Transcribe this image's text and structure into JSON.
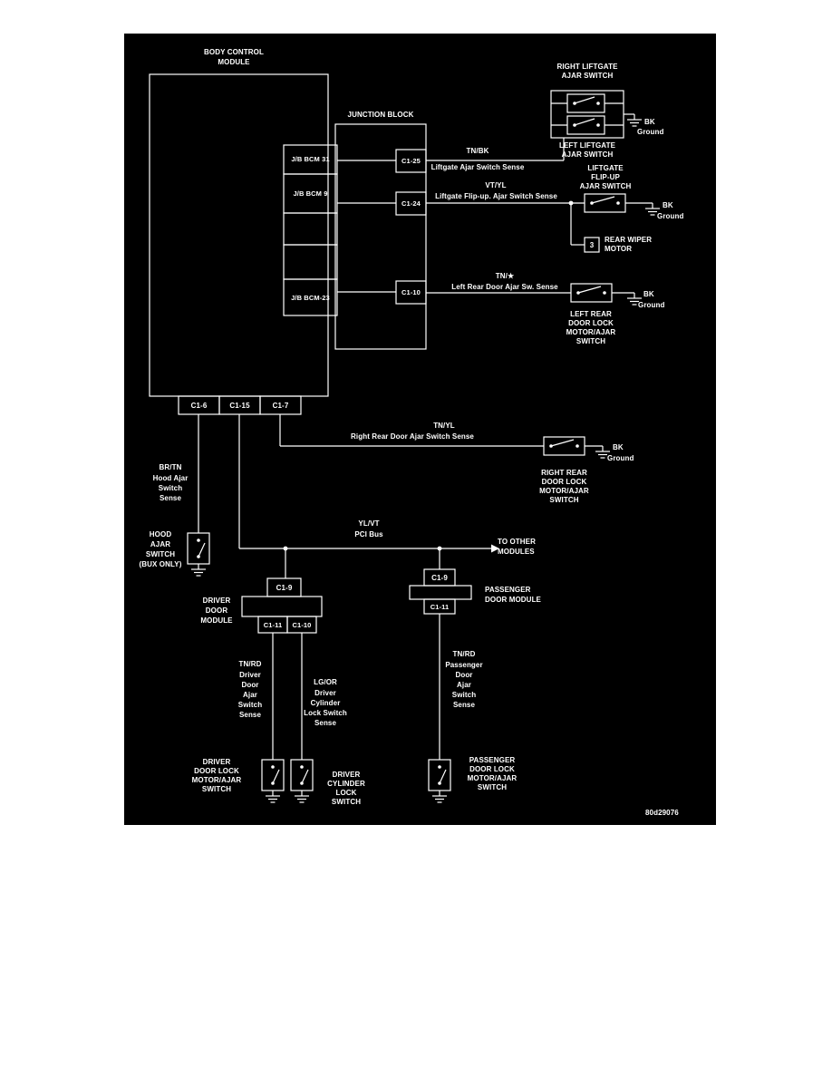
{
  "doc_code": "80d29076",
  "ground_label": {
    "code": "BK",
    "text": "Ground"
  },
  "bcm": {
    "title": "BODY CONTROL\nMODULE",
    "jb_cells": [
      "J/B BCM 31",
      "J/B BCM 9",
      "J/B BCM-23"
    ],
    "connectors": [
      "C1-6",
      "C1-15",
      "C1-7"
    ]
  },
  "junction_block": {
    "title": "JUNCTION BLOCK",
    "pins": [
      "C1-25",
      "C1-24",
      "C1-10"
    ]
  },
  "wires": {
    "liftgate_ajar": {
      "color": "TN/BK",
      "label": "Liftgate Ajar Switch Sense"
    },
    "flipup_ajar": {
      "color": "VT/YL",
      "label": "Liftgate Flip-up. Ajar Switch Sense"
    },
    "left_rear_ajar": {
      "color": "TN/★",
      "label": "Left Rear Door Ajar Sw. Sense"
    },
    "right_rear_ajar": {
      "color": "TN/YL",
      "label": "Right Rear Door Ajar Switch Sense"
    },
    "hood_ajar": {
      "color": "BR/TN",
      "label": "Hood Ajar\nSwitch\nSense"
    },
    "pci_bus": {
      "color": "YL/VT",
      "label": "PCI Bus"
    },
    "driver_ajar": {
      "color": "TN/RD",
      "label": "Driver\nDoor\nAjar\nSwitch\nSense"
    },
    "driver_cyl": {
      "color": "LG/OR",
      "label": "Driver\nCylinder\nLock Switch\nSense"
    },
    "pass_ajar": {
      "color": "TN/RD",
      "label": "Passenger\nDoor\nAjar\nSwitch\nSense"
    }
  },
  "components": {
    "right_liftgate": "RIGHT LIFTGATE\nAJAR SWITCH",
    "left_liftgate": "LEFT LIFTGATE\nAJAR SWITCH",
    "flipup": "LIFTGATE\nFLIP-UP\nAJAR SWITCH",
    "rear_wiper_pin": "3",
    "rear_wiper": "REAR WIPER\nMOTOR",
    "left_rear": "LEFT REAR\nDOOR LOCK\nMOTOR/AJAR\nSWITCH",
    "right_rear": "RIGHT REAR\nDOOR LOCK\nMOTOR/AJAR\nSWITCH",
    "hood": "HOOD\nAJAR\nSWITCH\n(BUX ONLY)",
    "to_other": "TO OTHER\nMODULES",
    "driver_module": "DRIVER\nDOOR\nMODULE",
    "driver_module_pins": {
      "top": "C1-9",
      "left": "C1-11",
      "right": "C1-10"
    },
    "pass_module": "PASSENGER\nDOOR MODULE",
    "pass_module_pins": {
      "top": "C1-9",
      "bottom": "C1-11"
    },
    "driver_lock": "DRIVER\nDOOR LOCK\nMOTOR/AJAR\nSWITCH",
    "driver_cyl_switch": "DRIVER\nCYLINDER\nLOCK\nSWITCH",
    "pass_lock": "PASSENGER\nDOOR LOCK\nMOTOR/AJAR\nSWITCH"
  }
}
